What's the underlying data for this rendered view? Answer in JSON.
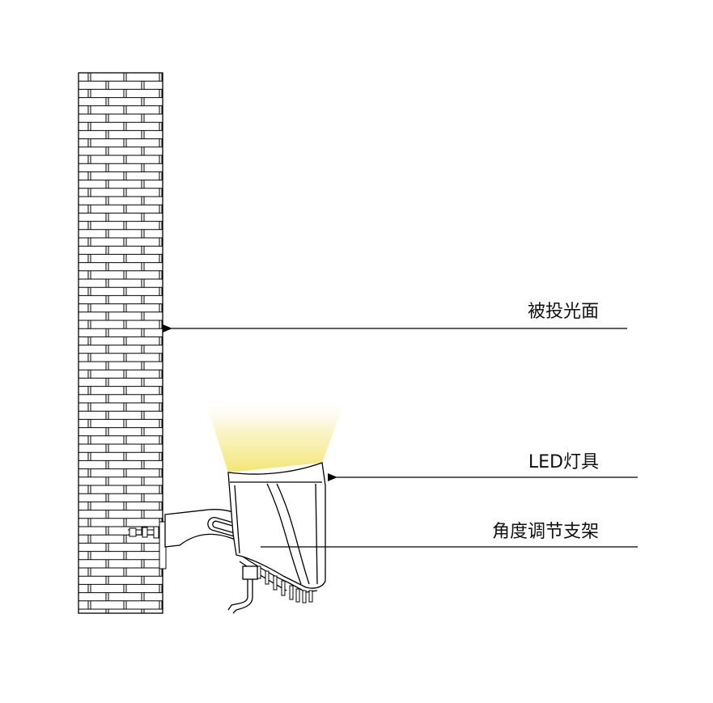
{
  "labels": {
    "illuminated_surface": "被投光面",
    "led_fixture": "LED灯具",
    "angle_bracket": "角度调节支架"
  },
  "colors": {
    "line": "#000000",
    "beam": "#f2e46a",
    "wall_fill": "#ffffff",
    "background": "#ffffff"
  }
}
